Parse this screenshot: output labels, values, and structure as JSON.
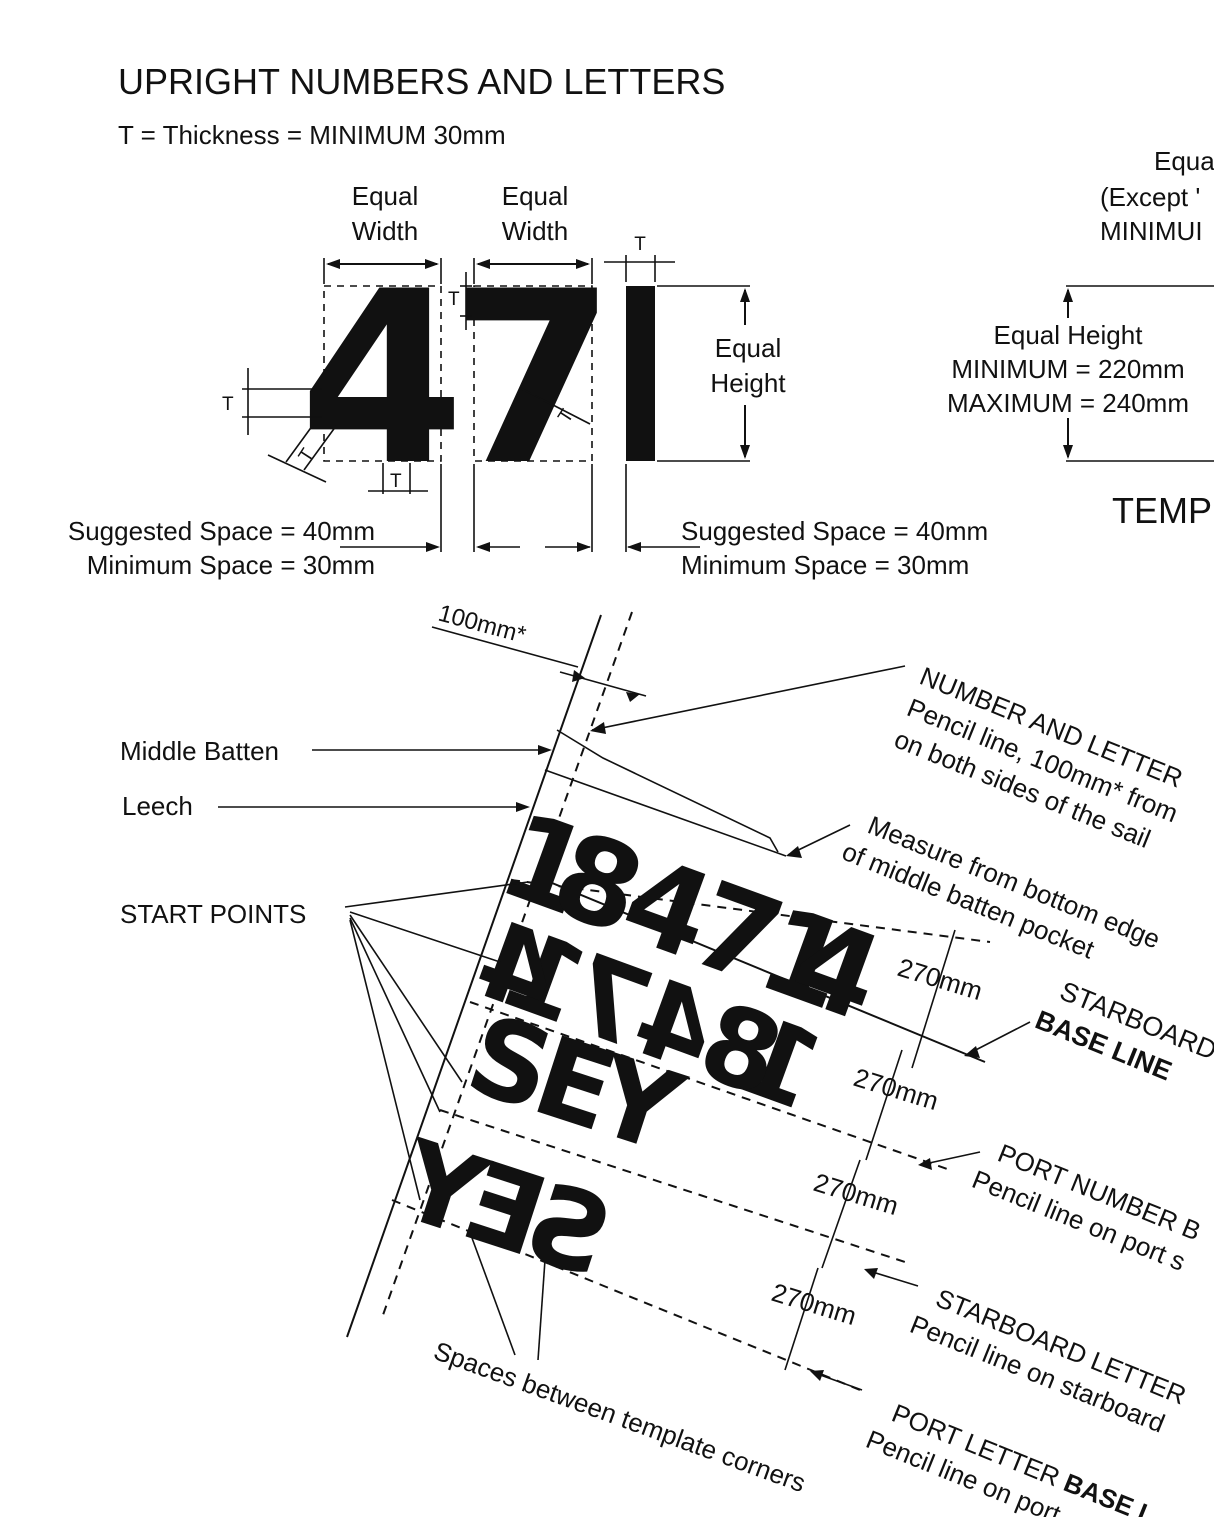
{
  "title": "UPRIGHT NUMBERS AND LETTERS",
  "subtitle": "T = Thickness = MINIMUM 30mm",
  "top_diagram": {
    "sample_glyphs": [
      "4",
      "7",
      "I"
    ],
    "equal_width_1": [
      "Equal",
      "Width"
    ],
    "equal_width_2": [
      "Equal",
      "Width"
    ],
    "equal_height": [
      "Equal",
      "Height"
    ],
    "t_mark": "T",
    "left_spacing": [
      "Suggested Space = 40mm",
      "Minimum Space = 30mm"
    ],
    "right_spacing": [
      "Suggested Space = 40mm",
      "Minimum Space = 30mm"
    ]
  },
  "right_panel": {
    "top_lines": [
      "Equa",
      "(Except '",
      "MINIMUI"
    ],
    "height_lines": [
      "Equal Height",
      "MINIMUM = 220mm",
      "MAXIMUM = 240mm"
    ],
    "temp": "TEMP"
  },
  "sail_diagram": {
    "offset": "100mm*",
    "middle_batten": "Middle Batten",
    "leech": "Leech",
    "start_points": "START POINTS",
    "sail_number": [
      "1",
      "8",
      "4",
      "7",
      "1",
      "4"
    ],
    "letters": [
      "S",
      "E",
      "Y"
    ],
    "number_line": [
      "NUMBER AND LETTER",
      "Pencil line, 100mm* from",
      "on both sides of the sail"
    ],
    "measure": [
      "Measure from bottom edge",
      "of middle batten pocket"
    ],
    "starboard_base": [
      "STARBOARD",
      "BASE LINE"
    ],
    "port_number": [
      "PORT NUMBER B",
      "Pencil line on port s"
    ],
    "starboard_letter": [
      "STARBOARD LETTER",
      "Pencil line on starboard"
    ],
    "port_letter_a": "PORT LETTER ",
    "port_letter_b": "BASE L",
    "port_letter_line2": "Pencil line on port",
    "spacing_270": [
      "270mm",
      "270mm",
      "270mm",
      "270mm"
    ],
    "spaces_between": "Spaces between template corners"
  },
  "colors": {
    "ink": "#111111",
    "starboard_grey": "#909090"
  }
}
